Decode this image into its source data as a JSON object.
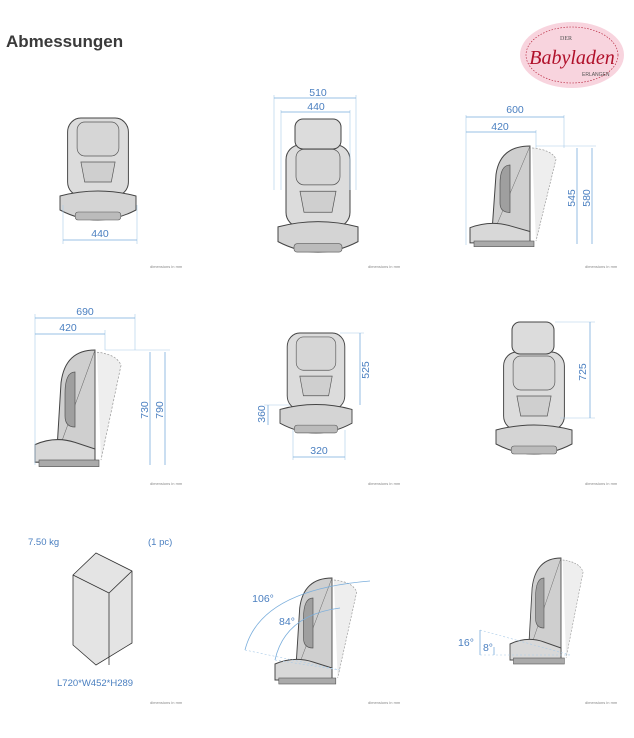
{
  "header": {
    "title": "Abmessungen"
  },
  "logo": {
    "text_top": "DER",
    "text_main": "Babyladen",
    "text_bottom": "ERLANGEN",
    "color": "#b0102a"
  },
  "accent_color": "#4a7fc0",
  "caption": "dimensions in mm",
  "diagrams": [
    {
      "view": "front",
      "dims": [
        "440"
      ]
    },
    {
      "view": "front-extended",
      "dims": [
        "510",
        "440"
      ]
    },
    {
      "view": "side",
      "dims": [
        "600",
        "420",
        "545",
        "580"
      ]
    },
    {
      "view": "side-extended",
      "dims": [
        "690",
        "420",
        "730",
        "790"
      ]
    },
    {
      "view": "front-low",
      "dims": [
        "525",
        "360",
        "320"
      ]
    },
    {
      "view": "front-high",
      "dims": [
        "725"
      ]
    },
    {
      "view": "package",
      "weight": "7.50 kg",
      "quantity": "(1 pc)",
      "box_size": "L720*W452*H289"
    },
    {
      "view": "recline-backrest",
      "dims": [
        "106°",
        "84°"
      ]
    },
    {
      "view": "recline-seat",
      "dims": [
        "16°",
        "8°"
      ]
    }
  ]
}
